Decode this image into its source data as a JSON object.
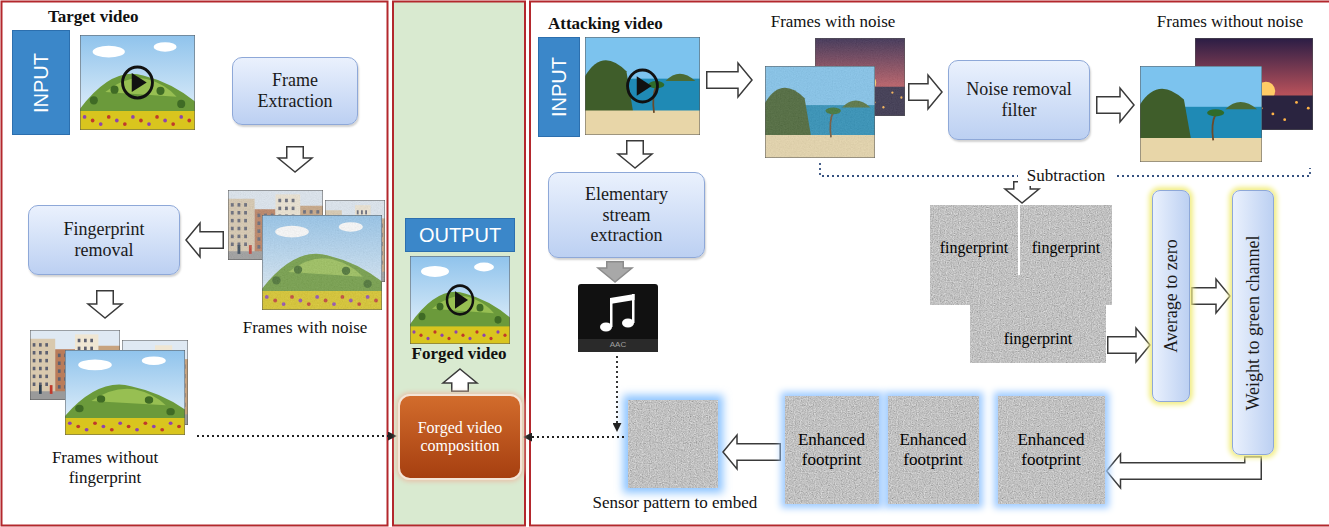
{
  "diagram": {
    "nodes": [
      {
        "text": [
          "INPUT"
        ]
      },
      {
        "text": [
          "Frame Extraction"
        ]
      },
      {
        "text": [
          "Fingerprint removal"
        ]
      },
      {
        "text": [
          "OUTPUT"
        ]
      },
      {
        "text": [
          "Forged video composition"
        ]
      },
      {
        "text": [
          "INPUT"
        ]
      },
      {
        "text": [
          "Noise removal filter"
        ]
      },
      {
        "text": [
          "Elementary stream extraction"
        ]
      },
      {
        "text": [
          "fingerprint"
        ]
      },
      {
        "text": [
          "fingerprint"
        ]
      },
      {
        "text": [
          "fingerprint"
        ]
      },
      {
        "text": [
          "Average to zero"
        ]
      },
      {
        "text": [
          "Weight to green channel"
        ]
      },
      {
        "text": [
          "Enhanced footprint"
        ]
      },
      {
        "text": [
          "Enhanced footprint"
        ]
      },
      {
        "text": [
          "Enhanced footprint"
        ]
      }
    ],
    "edges": [
      {
        "from": 10,
        "to": 11,
        "arrow": "to"
      },
      {
        "from": 11,
        "to": 12,
        "arrow": "to"
      },
      {
        "from": 12,
        "to": 15,
        "arrow": "to"
      }
    ],
    "labels": [
      "Target video",
      "Frames with noise",
      "Frames without fingerprint",
      "Forged video",
      "Attacking video",
      "Frames with noise",
      "Frames without noise",
      "Subtraction",
      "AAC",
      "Sensor pattern to embed"
    ]
  }
}
